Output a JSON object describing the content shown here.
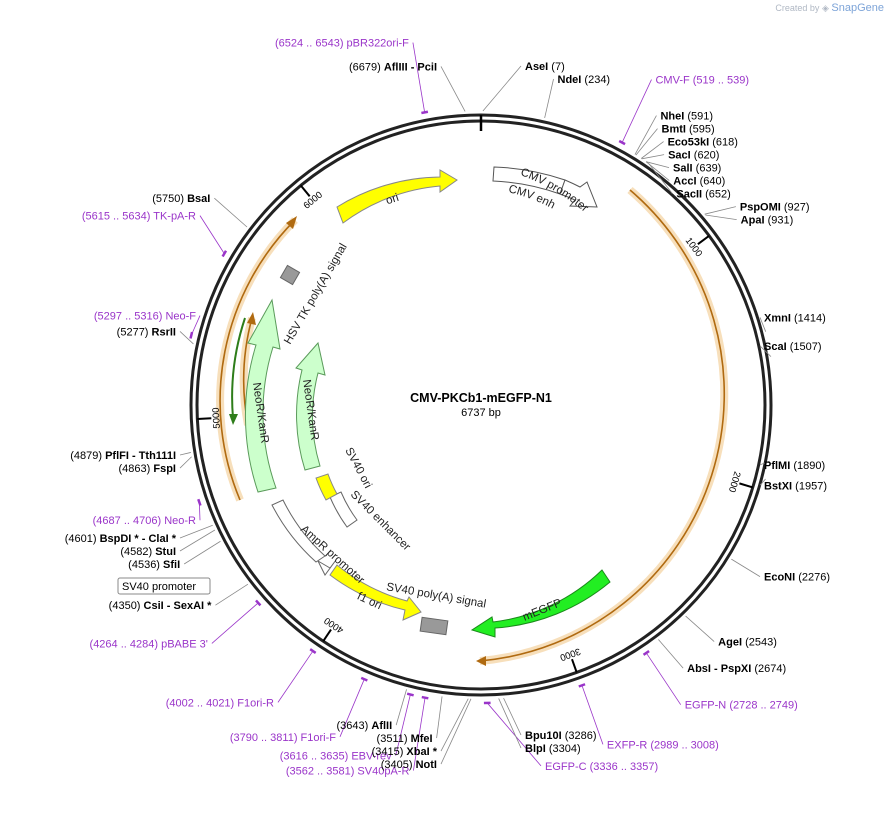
{
  "brand": {
    "prefix": "Created by",
    "name": "SnapGene"
  },
  "plasmid": {
    "name": "CMV-PKCb1-mEGFP-N1",
    "length": "6737 bp",
    "bp": 6737
  },
  "ticks": [
    {
      "pos": 1000,
      "label": "1000"
    },
    {
      "pos": 2000,
      "label": "2000"
    },
    {
      "pos": 3000,
      "label": "3000"
    },
    {
      "pos": 4000,
      "label": "4000"
    },
    {
      "pos": 5000,
      "label": "5000"
    },
    {
      "pos": 6000,
      "label": "6000"
    }
  ],
  "sites": [
    {
      "name": "AflIII",
      "extra": "- PciI",
      "coord": "(6679)",
      "pos": 6679,
      "side": "left"
    },
    {
      "name": "AseI",
      "coord": "(7)",
      "pos": 7,
      "side": "right"
    },
    {
      "name": "NdeI",
      "coord": "(234)",
      "pos": 234,
      "side": "right"
    },
    {
      "name": "NheI",
      "coord": "(591)",
      "pos": 591,
      "side": "right"
    },
    {
      "name": "BmtI",
      "coord": "(595)",
      "pos": 595,
      "side": "right"
    },
    {
      "name": "Eco53kI",
      "coord": "(618)",
      "pos": 618,
      "side": "right"
    },
    {
      "name": "SacI",
      "coord": "(620)",
      "pos": 620,
      "side": "right"
    },
    {
      "name": "SalI",
      "coord": "(639)",
      "pos": 639,
      "side": "right"
    },
    {
      "name": "AccI",
      "coord": "(640)",
      "pos": 640,
      "side": "right"
    },
    {
      "name": "SacII",
      "coord": "(652)",
      "pos": 652,
      "side": "right"
    },
    {
      "name": "PspOMI",
      "coord": "(927)",
      "pos": 927,
      "side": "right"
    },
    {
      "name": "ApaI",
      "coord": "(931)",
      "pos": 931,
      "side": "right"
    },
    {
      "name": "XmnI",
      "coord": "(1414)",
      "pos": 1414,
      "side": "right"
    },
    {
      "name": "ScaI",
      "coord": "(1507)",
      "pos": 1507,
      "side": "right"
    },
    {
      "name": "PflMI",
      "coord": "(1890)",
      "pos": 1890,
      "side": "right"
    },
    {
      "name": "BstXI",
      "coord": "(1957)",
      "pos": 1957,
      "side": "right"
    },
    {
      "name": "EcoNI",
      "coord": "(2276)",
      "pos": 2276,
      "side": "right"
    },
    {
      "name": "AgeI",
      "coord": "(2543)",
      "pos": 2543,
      "side": "right"
    },
    {
      "name": "AbsI",
      "extra": "- PspXI",
      "coord": "(2674)",
      "pos": 2674,
      "side": "right"
    },
    {
      "name": "BlpI",
      "coord": "(3304)",
      "pos": 3304,
      "side": "right"
    },
    {
      "name": "Bpu10I",
      "coord": "(3286)",
      "pos": 3286,
      "side": "right"
    },
    {
      "name": "NotI",
      "coord": "(3405)",
      "pos": 3405,
      "side": "left"
    },
    {
      "name": "XbaI *",
      "coord": "(3415)",
      "pos": 3415,
      "side": "left"
    },
    {
      "name": "MfeI",
      "coord": "(3511)",
      "pos": 3511,
      "side": "left"
    },
    {
      "name": "AflII",
      "coord": "(3643)",
      "pos": 3643,
      "side": "left"
    },
    {
      "name": "CsiI",
      "extra": "- SexAI *",
      "coord": "(4350)",
      "pos": 4350,
      "side": "left"
    },
    {
      "name": "SfiI",
      "coord": "(4536)",
      "pos": 4536,
      "side": "left"
    },
    {
      "name": "StuI",
      "coord": "(4582)",
      "pos": 4582,
      "side": "left"
    },
    {
      "name": "BspDI *",
      "extra": "- ClaI *",
      "coord": "(4601)",
      "pos": 4601,
      "side": "left"
    },
    {
      "name": "FspI",
      "coord": "(4863)",
      "pos": 4863,
      "side": "left"
    },
    {
      "name": "PflFI",
      "extra": "- Tth111I",
      "coord": "(4879)",
      "pos": 4879,
      "side": "left"
    },
    {
      "name": "RsrII",
      "coord": "(5277)",
      "pos": 5277,
      "side": "left"
    },
    {
      "name": "BsaI",
      "coord": "(5750)",
      "pos": 5750,
      "side": "left"
    }
  ],
  "primers": [
    {
      "label": "CMV-F",
      "range": "(519 .. 539)",
      "pos": 529,
      "side": "right"
    },
    {
      "label": "EGFP-N",
      "range": "(2728 .. 2749)",
      "pos": 2738,
      "side": "right"
    },
    {
      "label": "EXFP-R",
      "range": "(2989 .. 3008)",
      "pos": 2998,
      "side": "right"
    },
    {
      "label": "EGFP-C",
      "range": "(3336 .. 3357)",
      "pos": 3346,
      "side": "right"
    },
    {
      "label": "SV40pA-R",
      "range": "(3562 .. 3581)",
      "pos": 3571,
      "side": "left"
    },
    {
      "label": "EBV-rev",
      "range": "(3616 .. 3635)",
      "pos": 3625,
      "side": "left"
    },
    {
      "label": "F1ori-F",
      "range": "(3790 .. 3811)",
      "pos": 3800,
      "side": "left"
    },
    {
      "label": "F1ori-R",
      "range": "(4002 .. 4021)",
      "pos": 4011,
      "side": "left"
    },
    {
      "label": "pBABE 3'",
      "range": "(4264 .. 4284)",
      "pos": 4274,
      "side": "left"
    },
    {
      "label": "Neo-R",
      "range": "(4687 .. 4706)",
      "pos": 4696,
      "side": "left"
    },
    {
      "label": "Neo-F",
      "range": "(5297 .. 5316)",
      "pos": 5306,
      "side": "left"
    },
    {
      "label": "TK-pA-R",
      "range": "(5615 .. 5634)",
      "pos": 5624,
      "side": "left"
    },
    {
      "label": "pBR322ori-F",
      "range": "(6524 .. 6543)",
      "pos": 6533,
      "side": "left"
    }
  ],
  "features": {
    "cmv_enhancer": "CMV enhancer",
    "cmv_promoter": "CMV promoter",
    "mEGFP": "mEGFP",
    "sv40_polyA": "SV40 poly(A) signal",
    "f1_ori": "f1 ori",
    "ampr_promoter": "AmpR promoter",
    "sv40_promoter": "SV40 promoter",
    "sv40_enhancer": "SV40 enhancer",
    "sv40_ori": "SV40 ori",
    "neor_inner": "NeoR/KanR",
    "neor_outer": "NeoR/KanR",
    "hsv_tk": "HSV TK poly(A) signal",
    "ori": "ori"
  },
  "colors": {
    "enhancer": "#ffffff",
    "egfp": "#22ee22",
    "neor": "#ccffcc",
    "ori": "#ffff00",
    "polyA": "#999999",
    "orf": "#e8a63a",
    "primer": "#9a35c9"
  }
}
